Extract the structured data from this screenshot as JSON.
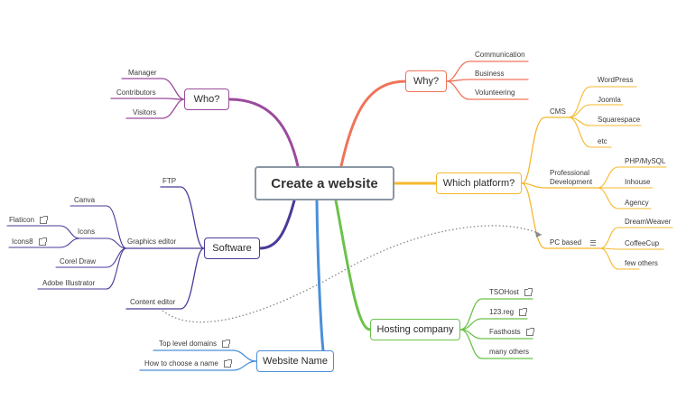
{
  "root": {
    "label": "Create a website"
  },
  "colors": {
    "why": "#f0735a",
    "who": "#9b4a9c",
    "platform": "#f5b82e",
    "software": "#4a3a99",
    "hosting": "#6cc24a",
    "website_name": "#4a8fd9",
    "relationship": "#888888"
  },
  "why": {
    "label": "Why?",
    "children": [
      "Communication",
      "Business",
      "Volunteering"
    ]
  },
  "who": {
    "label": "Who?",
    "children": [
      "Manager",
      "Contributors",
      "Visitors"
    ]
  },
  "platform": {
    "label": "Which platform?",
    "cms": {
      "label": "CMS",
      "children": [
        "WordPress",
        "Joomla",
        "Squarespace",
        "etc"
      ]
    },
    "professional": {
      "label_line1": "Professional",
      "label_line2": "Development",
      "children": [
        "PHP/MySQL",
        "Inhouse",
        "Agency"
      ]
    },
    "pc": {
      "label": "PC based",
      "children": [
        "DreamWeaver",
        "CoffeeCup",
        "few others"
      ]
    }
  },
  "software": {
    "label": "Software",
    "ftp": "FTP",
    "graphics": {
      "label": "Graphics editor",
      "canva": "Canva",
      "icons": {
        "label": "Icons",
        "children": [
          "Flaticon",
          "Icons8"
        ]
      },
      "corel": "Corel Draw",
      "illustrator": "Adobe Illustrator"
    },
    "content": "Content editor"
  },
  "hosting": {
    "label": "Hosting company",
    "children": [
      "TSOHost",
      "123.reg",
      "Fasthosts",
      "many others"
    ]
  },
  "website_name": {
    "label": "Website Name",
    "children": [
      "Top level domains",
      "How to choose a name"
    ]
  },
  "icons": {
    "external_link": "external-link-icon",
    "notes": "notes-icon"
  }
}
